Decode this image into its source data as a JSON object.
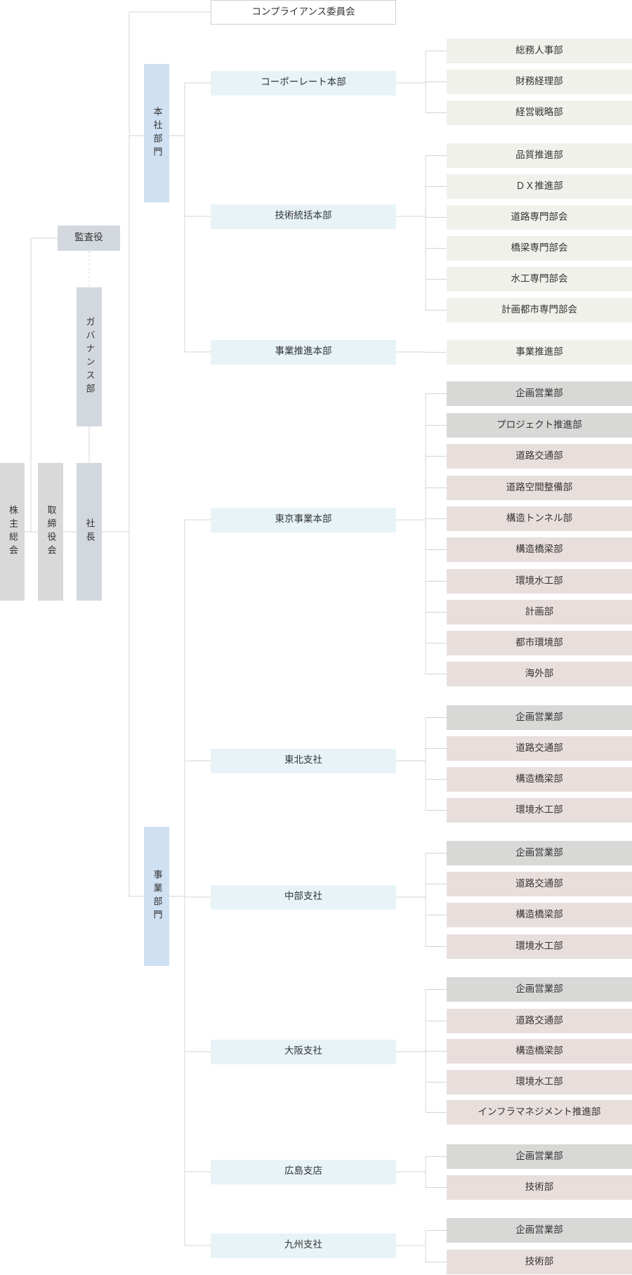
{
  "root": {
    "shareholders": "株主総会",
    "board": "取締役会",
    "auditor": "監査役",
    "governance": "ガバナンス部",
    "president": "社長",
    "compliance": "コンプライアンス委員会"
  },
  "sections": {
    "headquarters": "本社部門",
    "business": "事業部門"
  },
  "divisions": [
    {
      "name": "コーポーレート本部",
      "departments": [
        {
          "name": "総務人事部",
          "shade": "beige"
        },
        {
          "name": "財務経理部",
          "shade": "beige"
        },
        {
          "name": "経営戦略部",
          "shade": "beige"
        }
      ]
    },
    {
      "name": "技術統括本部",
      "departments": [
        {
          "name": "品質推進部",
          "shade": "beige"
        },
        {
          "name": "ＤＸ推進部",
          "shade": "beige"
        },
        {
          "name": "道路専門部会",
          "shade": "beige"
        },
        {
          "name": "橋梁専門部会",
          "shade": "beige"
        },
        {
          "name": "水工専門部会",
          "shade": "beige"
        },
        {
          "name": "計画都市専門部会",
          "shade": "beige"
        }
      ]
    },
    {
      "name": "事業推進本部",
      "departments": [
        {
          "name": "事業推進部",
          "shade": "beige"
        }
      ]
    },
    {
      "name": "東京事業本部",
      "departments": [
        {
          "name": "企画営業部",
          "shade": "darkgray"
        },
        {
          "name": "プロジェクト推進部",
          "shade": "darkgray"
        },
        {
          "name": "道路交通部",
          "shade": "pink"
        },
        {
          "name": "道路空間整備部",
          "shade": "pink"
        },
        {
          "name": "構造トンネル部",
          "shade": "pink"
        },
        {
          "name": "構造橋梁部",
          "shade": "pink"
        },
        {
          "name": "環境水工部",
          "shade": "pink"
        },
        {
          "name": "計画部",
          "shade": "pink"
        },
        {
          "name": "都市環境部",
          "shade": "pink"
        },
        {
          "name": "海外部",
          "shade": "pink"
        }
      ]
    },
    {
      "name": "東北支社",
      "departments": [
        {
          "name": "企画営業部",
          "shade": "darkgray"
        },
        {
          "name": "道路交通部",
          "shade": "pink"
        },
        {
          "name": "構造橋梁部",
          "shade": "pink"
        },
        {
          "name": "環境水工部",
          "shade": "pink"
        }
      ]
    },
    {
      "name": "中部支社",
      "departments": [
        {
          "name": "企画営業部",
          "shade": "darkgray"
        },
        {
          "name": "道路交通部",
          "shade": "pink"
        },
        {
          "name": "構造橋梁部",
          "shade": "pink"
        },
        {
          "name": "環境水工部",
          "shade": "pink"
        }
      ]
    },
    {
      "name": "大阪支社",
      "departments": [
        {
          "name": "企画営業部",
          "shade": "darkgray"
        },
        {
          "name": "道路交通部",
          "shade": "pink"
        },
        {
          "name": "構造橋梁部",
          "shade": "pink"
        },
        {
          "name": "環境水工部",
          "shade": "pink"
        },
        {
          "name": "インフラマネジメント推進部",
          "shade": "pink"
        }
      ]
    },
    {
      "name": "広島支店",
      "departments": [
        {
          "name": "企画営業部",
          "shade": "darkgray"
        },
        {
          "name": "技術部",
          "shade": "pink"
        }
      ]
    },
    {
      "name": "九州支社",
      "departments": [
        {
          "name": "企画営業部",
          "shade": "darkgray"
        },
        {
          "name": "技術部",
          "shade": "pink"
        }
      ]
    }
  ]
}
